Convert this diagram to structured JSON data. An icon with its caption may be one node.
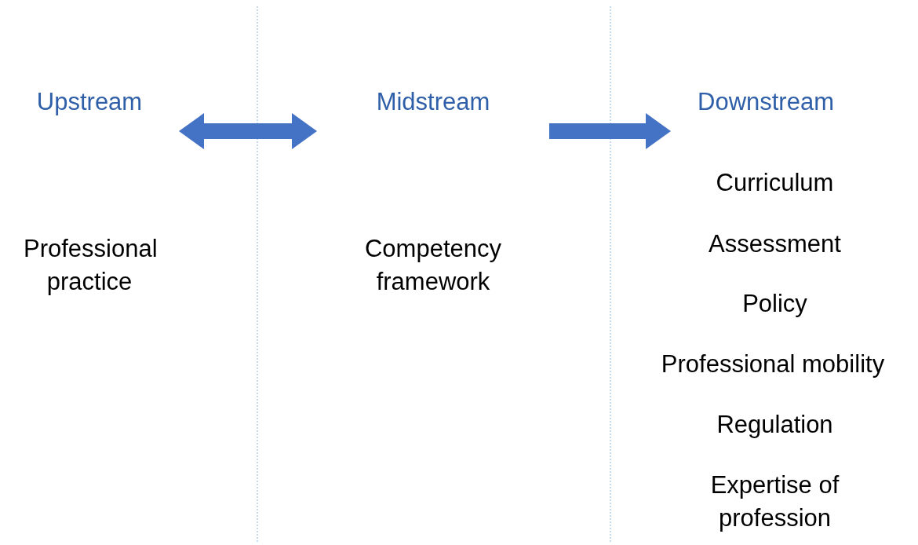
{
  "diagram": {
    "nodes": [
      {
        "text": [
          "Upstream"
        ]
      },
      {
        "text": [
          "Midstream"
        ]
      },
      {
        "text": [
          "Downstream"
        ]
      }
    ],
    "edges": [
      {
        "from": 0,
        "to": 1,
        "arrow": "both"
      },
      {
        "from": 1,
        "to": 2,
        "arrow": "to"
      }
    ],
    "labels": [
      "Professional practice",
      "Competency framework",
      "Curriculum",
      "Assessment",
      "Policy",
      "Professional mobility",
      "Regulation",
      "Expertise of profession"
    ]
  }
}
